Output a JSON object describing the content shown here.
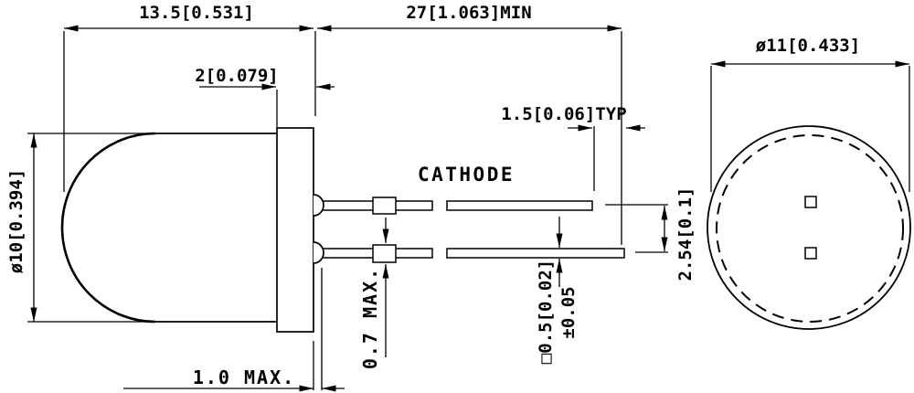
{
  "drawing": {
    "description": "LED lamp package outline dimensional drawing, side view and front view",
    "colors": {
      "line": "#000000",
      "background": "#ffffff"
    },
    "side_view": {
      "dim_body_length": "13.5[0.531]",
      "dim_lead_length_min": "27[1.063]MIN",
      "dim_flange_thickness": "2[0.079]",
      "dim_lead_tip_offset": "1.5[0.06]TYP",
      "label_cathode": "CATHODE",
      "dim_body_diameter": "ø10[0.394]",
      "dim_lead_pitch": "2.54[0.1]",
      "dim_crimp_max": "0.7 MAX.",
      "dim_lead_section": "□0.5[0.02]",
      "dim_lead_section_tolerance": "±0.05",
      "dim_standoff_max": "1.0 MAX."
    },
    "front_view": {
      "dim_flange_diameter": "ø11[0.433]"
    }
  }
}
